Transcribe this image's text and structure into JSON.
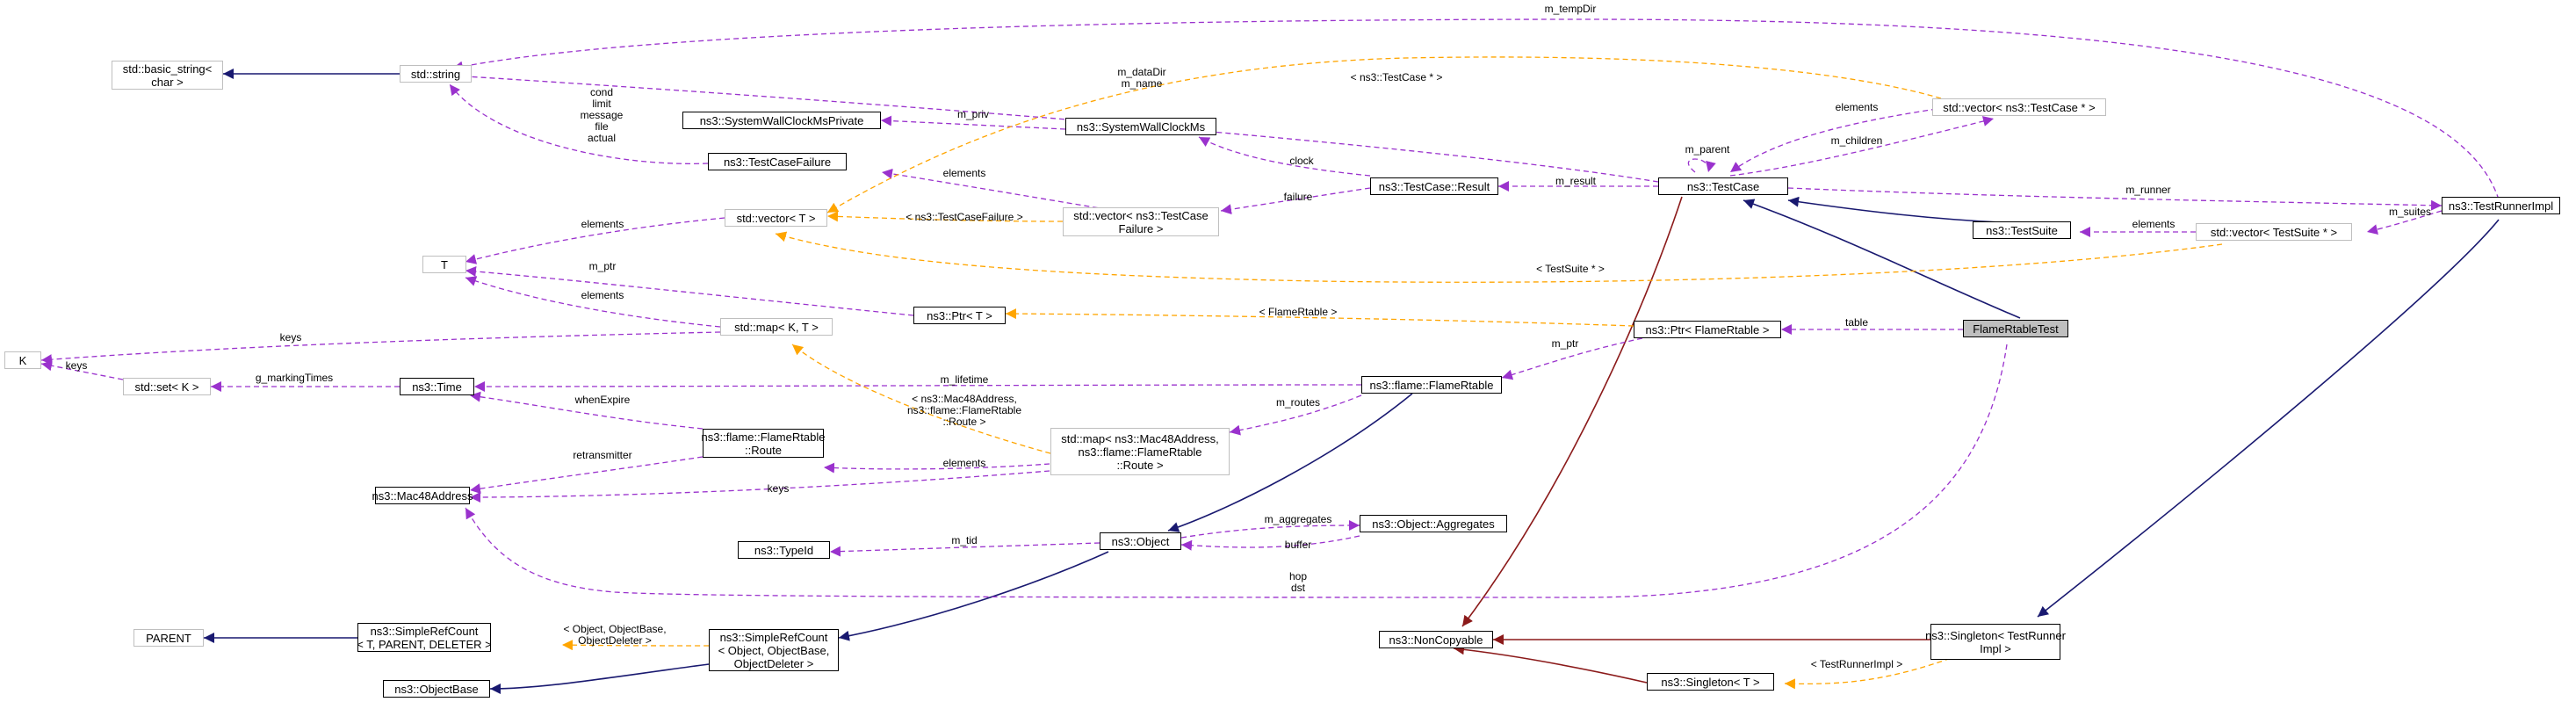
{
  "colors": {
    "inheritance": "#191970",
    "usage": "#9a32cd",
    "template": "#ffa500",
    "private": "#8b1a1a",
    "focus_fill": "#bfbfbf",
    "external_border": "#bfbfbf"
  },
  "nodes": {
    "basic_string": "std::basic_string<\nchar >",
    "string": "std::string",
    "T": "T",
    "K": "K",
    "set_K": "std::set< K >",
    "mac48": "ns3::Mac48Address",
    "parent": "PARENT",
    "simplerefcount_t": "ns3::SimpleRefCount\n< T, PARENT, DELETER >",
    "objectbase": "ns3::ObjectBase",
    "syswallpriv": "ns3::SystemWallClockMsPrivate",
    "testcasefailure": "ns3::TestCaseFailure",
    "vector_T": "std::vector< T >",
    "ptr_T": "ns3::Ptr< T >",
    "map_KT": "std::map< K, T >",
    "time": "ns3::Time",
    "route": "ns3::flame::FlameRtable\n::Route",
    "typeid": "ns3::TypeId",
    "simplerefcount_obj": "ns3::SimpleRefCount\n< Object, ObjectBase,\nObjectDeleter >",
    "syswall": "ns3::SystemWallClockMs",
    "vector_failure": "std::vector< ns3::TestCase\nFailure >",
    "map_route": "std::map< ns3::Mac48Address,\nns3::flame::FlameRtable\n::Route >",
    "object": "ns3::Object",
    "flamertable": "ns3::flame::FlameRtable",
    "result": "ns3::TestCase::Result",
    "aggregates": "ns3::Object::Aggregates",
    "noncopyable": "ns3::NonCopyable",
    "testcase": "ns3::TestCase",
    "ptr_flame": "ns3::Ptr< FlameRtable >",
    "testsuite": "ns3::TestSuite",
    "singleton_T": "ns3::Singleton< T >",
    "vector_testcase": "std::vector< ns3::TestCase * >",
    "vector_testsuite": "std::vector< TestSuite * >",
    "singleton_runner": "ns3::Singleton< TestRunner\nImpl >",
    "focus": "FlameRtableTest",
    "runnerimpl": "ns3::TestRunnerImpl"
  },
  "edge_labels": {
    "tempdir": "m_tempDir",
    "datadir": "m_dataDir\nm_name",
    "string_members": "cond\nlimit\nmessage\nfile\nactual",
    "m_priv": "m_priv",
    "clock": "clock",
    "elements_failure": "elements",
    "failure": "failure",
    "elements_vecT": "elements",
    "testcasefailure_tmpl": "< ns3::TestCaseFailure >",
    "testcase_ptr_tmpl": "< ns3::TestCase * >",
    "elements_tc": "elements",
    "m_children": "m_children",
    "m_parent": "m_parent",
    "m_result": "m_result",
    "m_runner": "m_runner",
    "m_suites": "m_suites",
    "elements_suites": "elements",
    "testsuite_tmpl": "< TestSuite * >",
    "m_ptr_T": "m_ptr",
    "elements_map": "elements",
    "flamertable_tmpl": "< FlameRtable >",
    "table": "table",
    "m_ptr_flame": "m_ptr",
    "keys_map": "keys",
    "keys_set": "keys",
    "g_markingtimes": "g_markingTimes",
    "m_lifetime": "m_lifetime",
    "whenexpire": "whenExpire",
    "retransmitter": "retransmitter",
    "map_route_tmpl": "< ns3::Mac48Address,\nns3::flame::FlameRtable\n::Route >",
    "m_routes": "m_routes",
    "elements_route": "elements",
    "keys_route": "keys",
    "m_aggregates": "m_aggregates",
    "buffer": "buffer",
    "m_tid": "m_tid",
    "hop_dst": "hop\ndst",
    "simplerefcount_tmpl": "< Object, ObjectBase,\nObjectDeleter >",
    "runnerimpl_tmpl": "< TestRunnerImpl >"
  }
}
